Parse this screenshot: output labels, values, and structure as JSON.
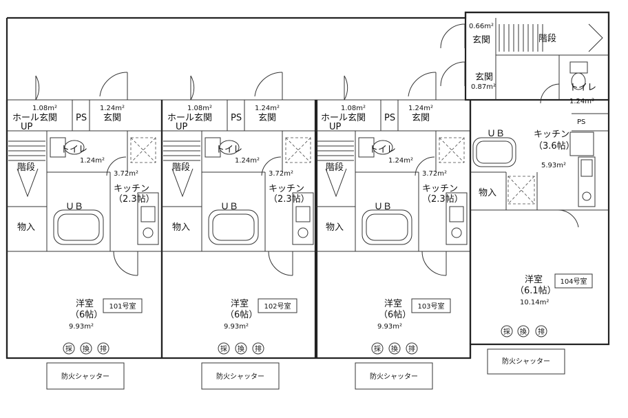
{
  "units": [
    {
      "label": "101号室",
      "rooms": {
        "hall": "ホール玄関",
        "up": "UP",
        "ps": "PS",
        "entrance": "玄関",
        "toilet": "トイレ",
        "stairs": "階段",
        "ub": "ＵＢ",
        "kitchen": "キッチン",
        "kitchen_size": "（2.3帖）",
        "storage": "物入",
        "western": "洋室",
        "western_size": "（6帖）"
      },
      "areas": {
        "hall": "1.08m²",
        "entrance": "1.24m²",
        "toilet": "1.24m²",
        "kitchen": "3.72m²",
        "western": "9.93m²"
      },
      "vents": [
        "採",
        "換",
        "排"
      ],
      "shutter": "防火シャッター"
    },
    {
      "label": "102号室",
      "rooms": {
        "hall": "ホール玄関",
        "up": "UP",
        "ps": "PS",
        "entrance": "玄関",
        "toilet": "トイレ",
        "stairs": "階段",
        "ub": "ＵＢ",
        "kitchen": "キッチン",
        "kitchen_size": "（2.3帖）",
        "storage": "物入",
        "western": "洋室",
        "western_size": "（6帖）"
      },
      "areas": {
        "hall": "1.08m²",
        "entrance": "1.24m²",
        "toilet": "1.24m²",
        "kitchen": "3.72m²",
        "western": "9.93m²"
      },
      "vents": [
        "採",
        "換",
        "排"
      ],
      "shutter": "防火シャッター"
    },
    {
      "label": "103号室",
      "rooms": {
        "hall": "ホール玄関",
        "up": "UP",
        "ps": "PS",
        "entrance": "玄関",
        "toilet": "トイレ",
        "stairs": "階段",
        "ub": "ＵＢ",
        "kitchen": "キッチン",
        "kitchen_size": "（2.3帖）",
        "storage": "物入",
        "western": "洋室",
        "western_size": "（6帖）"
      },
      "areas": {
        "hall": "1.08m²",
        "entrance": "1.24m²",
        "toilet": "1.24m²",
        "kitchen": "3.72m²",
        "western": "9.93m²"
      },
      "vents": [
        "採",
        "換",
        "排"
      ],
      "shutter": "防火シャッター"
    }
  ],
  "unit104": {
    "label": "104号室",
    "rooms": {
      "entrance_top": "玄関",
      "stairs": "階段",
      "entrance": "玄関",
      "toilet": "トイレ",
      "ps": "PS",
      "ub": "ＵＢ",
      "kitchen": "キッチン",
      "kitchen_size": "（3.6帖）",
      "storage": "物入",
      "western": "洋室",
      "western_size": "（6.1帖）"
    },
    "areas": {
      "entrance_top": "0.66m²",
      "entrance": "0.87m²",
      "toilet": "1.24m²",
      "kitchen": "5.93m²",
      "western": "10.14m²"
    },
    "vents": [
      "採",
      "換",
      "排"
    ],
    "shutter": "防火シャッター"
  }
}
